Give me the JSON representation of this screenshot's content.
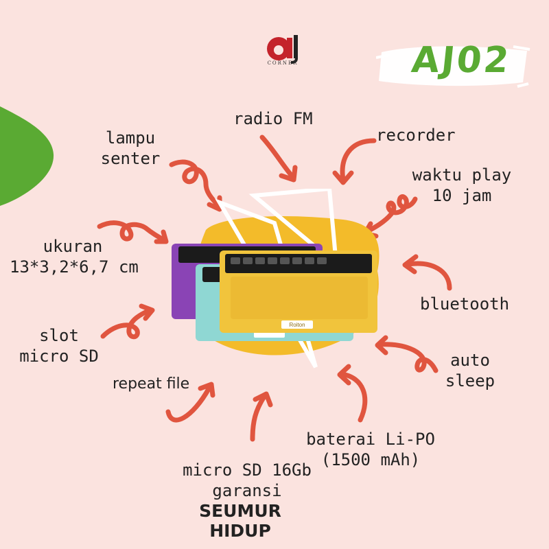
{
  "brand": {
    "logo_text": "CORNER",
    "code": "AJ02"
  },
  "features": {
    "lampu": "lampu senter",
    "lampu_line1": "lampu",
    "lampu_line2": "senter",
    "radio": "radio FM",
    "recorder": "recorder",
    "waktu_line1": "waktu play",
    "waktu_line2": "10 jam",
    "ukuran_line1": "ukuran",
    "ukuran_line2": "13*3,2*6,7 cm",
    "bluetooth": "bluetooth",
    "slot_line1": "slot",
    "slot_line2": "micro SD",
    "auto_line1": "auto",
    "auto_line2": "sleep",
    "repeat": "repeat file",
    "baterai_line1": "baterai Li-PO",
    "baterai_line2": "(1500 mAh)",
    "microsd": "micro SD 16Gb",
    "garansi": "garansi",
    "seumur": "SEUMUR HIDUP"
  },
  "product": {
    "brand_label": "Roiton"
  },
  "colors": {
    "background": "#fbe3df",
    "arrow": "#e0553f",
    "accent_green": "#5aaa33",
    "frame_yellow": "#f3bb2a",
    "speaker_yellow": "#f1c43c",
    "speaker_teal": "#8fd7d3",
    "speaker_purple": "#8a44b5"
  }
}
